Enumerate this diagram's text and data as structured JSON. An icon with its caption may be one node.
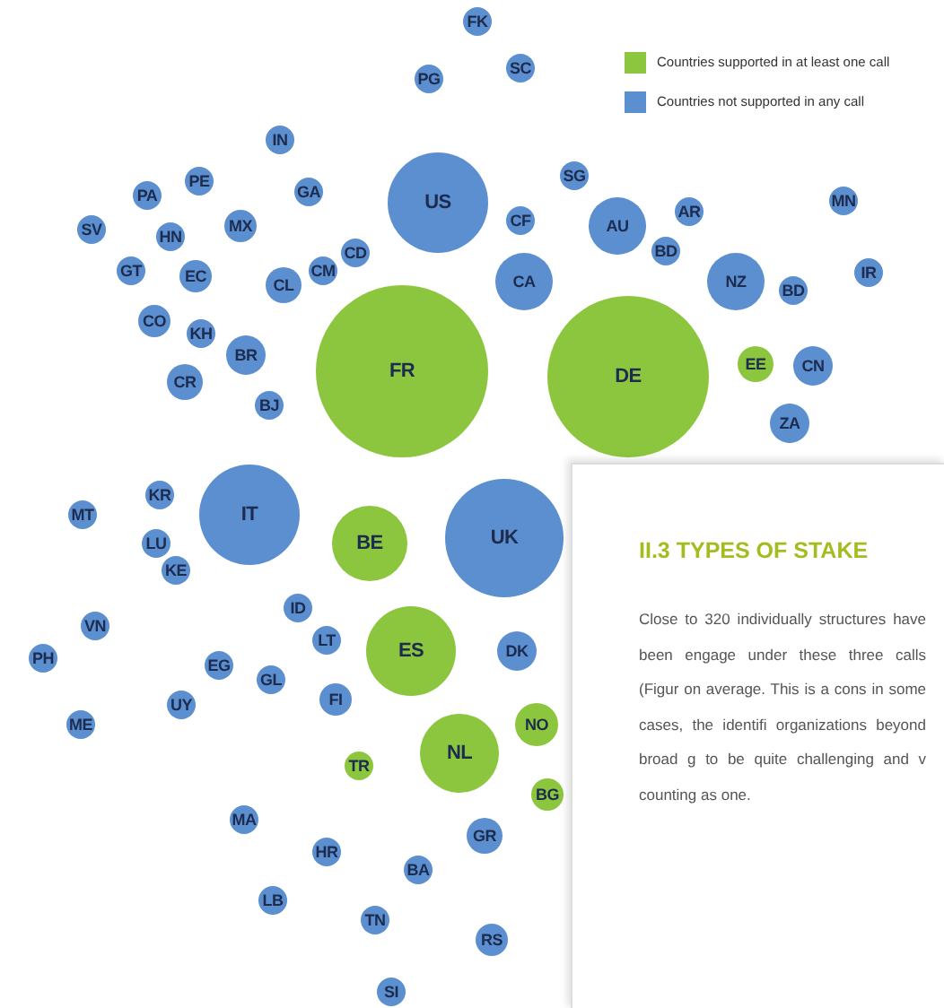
{
  "diagram": {
    "nodes": [
      {
        "text": [
          "FK"
        ]
      },
      {
        "text": [
          "PG"
        ]
      },
      {
        "text": [
          "SC"
        ]
      },
      {
        "text": [
          "IN"
        ]
      },
      {
        "text": [
          "US"
        ]
      },
      {
        "text": [
          "SG"
        ]
      },
      {
        "text": [
          "PA"
        ]
      },
      {
        "text": [
          "PE"
        ]
      },
      {
        "text": [
          "GA"
        ]
      },
      {
        "text": [
          "MN"
        ]
      },
      {
        "text": [
          "CF"
        ]
      },
      {
        "text": [
          "AU"
        ]
      },
      {
        "text": [
          "AR"
        ]
      },
      {
        "text": [
          "SV"
        ]
      },
      {
        "text": [
          "HN"
        ]
      },
      {
        "text": [
          "MX"
        ]
      },
      {
        "text": [
          "BD"
        ]
      },
      {
        "text": [
          "CD"
        ]
      },
      {
        "text": [
          "CM"
        ]
      },
      {
        "text": [
          "CA"
        ]
      },
      {
        "text": [
          "NZ"
        ]
      },
      {
        "text": [
          "IR"
        ]
      },
      {
        "text": [
          "GT"
        ]
      },
      {
        "text": [
          "EC"
        ]
      },
      {
        "text": [
          "CL"
        ]
      },
      {
        "text": [
          "BD"
        ]
      },
      {
        "text": [
          "CO"
        ]
      },
      {
        "text": [
          "KH"
        ]
      },
      {
        "text": [
          "FR"
        ]
      },
      {
        "text": [
          "DE"
        ]
      },
      {
        "text": [
          "EE"
        ]
      },
      {
        "text": [
          "CN"
        ]
      },
      {
        "text": [
          "BR"
        ]
      },
      {
        "text": [
          "CR"
        ]
      },
      {
        "text": [
          "BJ"
        ]
      },
      {
        "text": [
          "ZA"
        ]
      },
      {
        "text": [
          "KR"
        ]
      },
      {
        "text": [
          "MT"
        ]
      },
      {
        "text": [
          "IT"
        ]
      },
      {
        "text": [
          "BE"
        ]
      },
      {
        "text": [
          "UK"
        ]
      },
      {
        "text": [
          "LU"
        ]
      },
      {
        "text": [
          "KE"
        ]
      },
      {
        "text": [
          "ID"
        ]
      },
      {
        "text": [
          "VN"
        ]
      },
      {
        "text": [
          "LT"
        ]
      },
      {
        "text": [
          "ES"
        ]
      },
      {
        "text": [
          "DK"
        ]
      },
      {
        "text": [
          "PH"
        ]
      },
      {
        "text": [
          "EG"
        ]
      },
      {
        "text": [
          "GL"
        ]
      },
      {
        "text": [
          "FI"
        ]
      },
      {
        "text": [
          "UY"
        ]
      },
      {
        "text": [
          "ME"
        ]
      },
      {
        "text": [
          "NO"
        ]
      },
      {
        "text": [
          "NL"
        ]
      },
      {
        "text": [
          "TR"
        ]
      },
      {
        "text": [
          "BG"
        ]
      },
      {
        "text": [
          "MA"
        ]
      },
      {
        "text": [
          "HR"
        ]
      },
      {
        "text": [
          "GR"
        ]
      },
      {
        "text": [
          "BA"
        ]
      },
      {
        "text": [
          "LB"
        ]
      },
      {
        "text": [
          "TN"
        ]
      },
      {
        "text": [
          "RS"
        ]
      },
      {
        "text": [
          "SI"
        ]
      }
    ],
    "labels": [
      "II.3 TYPES OF STAKE",
      "Close to 320 individually structures have been engage under these three calls (Figur on average. This is a cons in some cases, the identifi organizations beyond broad g to be quite challenging and v counting as one."
    ],
    "legend": [
      {
        "text": "Countries supported in at least one call",
        "color": "#8cc63f"
      },
      {
        "text": "Countries not supported in any call",
        "color": "#5b8fcf"
      }
    ]
  }
}
